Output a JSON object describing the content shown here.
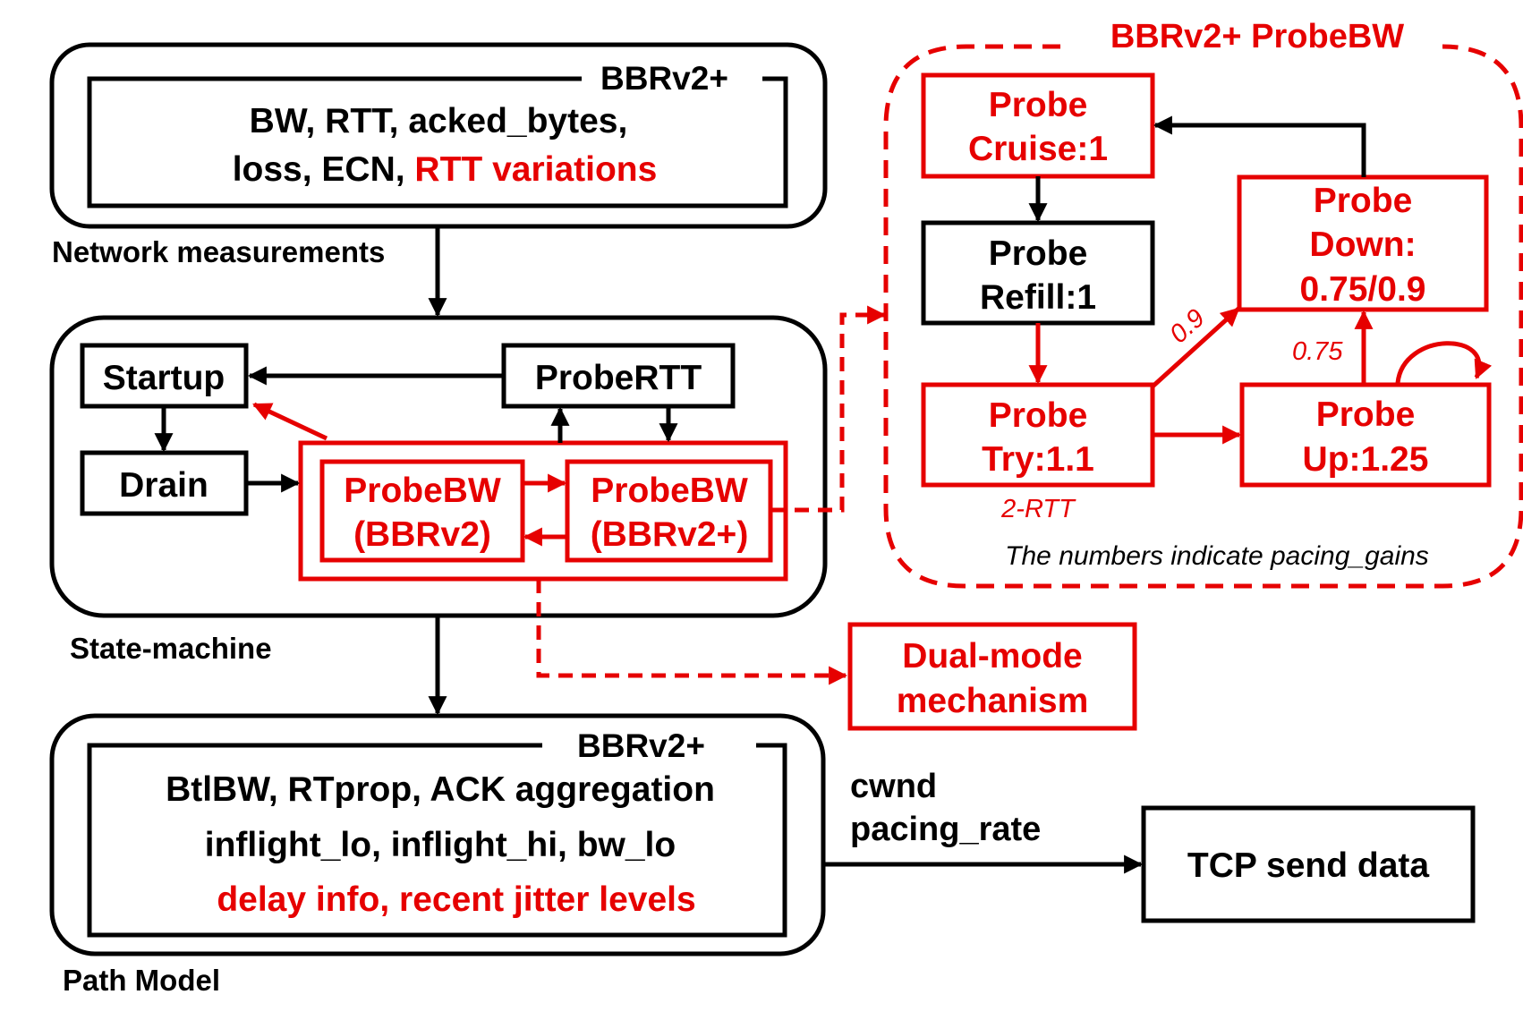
{
  "colors": {
    "black": "#000000",
    "red": "#e60000",
    "background": "#ffffff"
  },
  "network": {
    "caption": "Network measurements",
    "tag": "BBRv2+",
    "line1": "BW, RTT, acked_bytes,",
    "line2_black": "loss, ECN, ",
    "line2_red": "RTT variations"
  },
  "state_machine": {
    "caption": "State-machine",
    "startup": "Startup",
    "drain": "Drain",
    "probertt": "ProbeRTT",
    "probebw_v2": {
      "line1": "ProbeBW",
      "line2": "(BBRv2)"
    },
    "probebw_v2plus": {
      "line1": "ProbeBW",
      "line2": "(BBRv2+)"
    }
  },
  "probebw_panel": {
    "title": "BBRv2+ ProbeBW",
    "cruise": {
      "line1": "Probe",
      "line2": "Cruise:1"
    },
    "refill": {
      "line1": "Probe",
      "line2": "Refill:1"
    },
    "try": {
      "line1": "Probe",
      "line2": "Try:1.1"
    },
    "down": {
      "line1": "Probe",
      "line2": "Down:",
      "line3": "0.75/0.9"
    },
    "up": {
      "line1": "Probe",
      "line2": "Up:1.25"
    },
    "label_09": "0.9",
    "label_075": "0.75",
    "label_2rtt": "2-RTT",
    "note": "The numbers indicate pacing_gains"
  },
  "dual_mode": {
    "line1": "Dual-mode",
    "line2": "mechanism"
  },
  "path_model": {
    "caption": "Path Model",
    "tag": "BBRv2+",
    "line1": "BtlBW, RTprop, ACK aggregation",
    "line2": "inflight_lo, inflight_hi, bw_lo",
    "line3": "delay info, recent jitter levels"
  },
  "output": {
    "cwnd": "cwnd",
    "pacing_rate": "pacing_rate",
    "tcp": "TCP send data"
  }
}
